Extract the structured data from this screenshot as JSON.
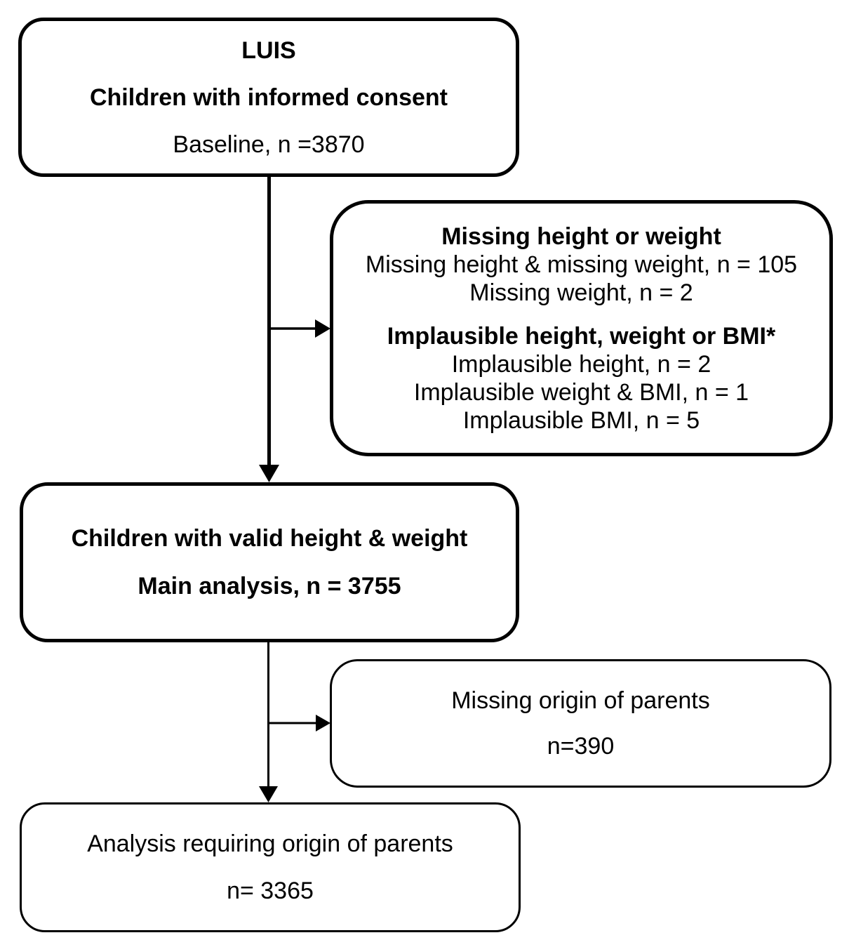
{
  "colors": {
    "ink": "#000000",
    "paper": "#ffffff"
  },
  "flowchart": {
    "top_box": {
      "line1": "LUIS",
      "line2": "Children with informed consent",
      "line3": "Baseline, n =3870"
    },
    "exclusion_box_1": {
      "heading_missing": "Missing height or weight",
      "missing_detail_1": "Missing height & missing weight, n = 105",
      "missing_detail_2": "Missing weight, n = 2",
      "heading_implausible": "Implausible height, weight or BMI*",
      "implausible_detail_1": "Implausible height, n = 2",
      "implausible_detail_2": "Implausible weight & BMI, n = 1",
      "implausible_detail_3": "Implausible BMI, n = 5"
    },
    "main_box": {
      "line1": "Children with valid height & weight",
      "line2": "Main analysis, n = 3755"
    },
    "exclusion_box_2": {
      "line1": "Missing origin of parents",
      "line2": "n=390"
    },
    "final_box": {
      "line1": "Analysis requiring origin of parents",
      "line2": "n= 3365"
    }
  }
}
